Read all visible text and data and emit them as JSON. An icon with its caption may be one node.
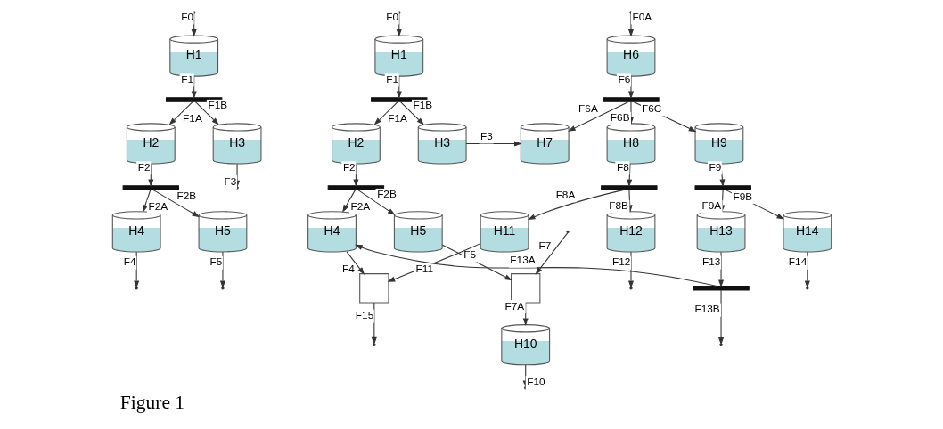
{
  "diagram": {
    "caption": "Figure 1",
    "nodes": [
      {
        "text": [
          "H1"
        ]
      },
      {
        "text": [],
        "shape": "bar"
      },
      {
        "text": [
          "H2"
        ]
      },
      {
        "text": [
          "H3"
        ]
      },
      {
        "text": [],
        "shape": "bar"
      },
      {
        "text": [
          "H4"
        ]
      },
      {
        "text": [
          "H5"
        ]
      },
      {
        "text": [
          "H1"
        ]
      },
      {
        "text": [],
        "shape": "bar"
      },
      {
        "text": [
          "H2"
        ]
      },
      {
        "text": [
          "H3"
        ]
      },
      {
        "text": [],
        "shape": "bar"
      },
      {
        "text": [
          "H4"
        ]
      },
      {
        "text": [
          "H5"
        ]
      },
      {
        "text": [
          "H6"
        ]
      },
      {
        "text": [],
        "shape": "bar"
      },
      {
        "text": [
          "H7"
        ]
      },
      {
        "text": [
          "H8"
        ]
      },
      {
        "text": [
          "H9"
        ]
      },
      {
        "text": [],
        "shape": "box"
      },
      {
        "text": [
          "H10"
        ]
      },
      {
        "text": [],
        "shape": "bar"
      },
      {
        "text": [
          "H11"
        ]
      },
      {
        "text": [
          "H12"
        ]
      },
      {
        "text": [],
        "shape": "bar"
      },
      {
        "text": [
          "H13"
        ]
      },
      {
        "text": [
          "H14"
        ]
      },
      {
        "text": [],
        "shape": "box"
      },
      {
        "text": [],
        "shape": "bar"
      }
    ],
    "edges": [
      {
        "from": null,
        "to": 0,
        "arrow": "to",
        "label": "F0"
      },
      {
        "from": 0,
        "to": 1,
        "arrow": "to",
        "label": "F1"
      },
      {
        "from": 1,
        "to": 2,
        "arrow": "to",
        "label": "F1A"
      },
      {
        "from": 1,
        "to": 3,
        "arrow": "to",
        "label": "F1B"
      },
      {
        "from": 3,
        "to": null,
        "arrow": "to",
        "label": "F3"
      },
      {
        "from": 2,
        "to": 4,
        "arrow": "to",
        "label": "F2"
      },
      {
        "from": 4,
        "to": 5,
        "arrow": "to",
        "label": "F2A"
      },
      {
        "from": 4,
        "to": 6,
        "arrow": "to",
        "label": "F2B"
      },
      {
        "from": 5,
        "to": null,
        "arrow": "to",
        "label": "F4"
      },
      {
        "from": 6,
        "to": null,
        "arrow": "to",
        "label": "F5"
      },
      {
        "from": null,
        "to": 7,
        "arrow": "to",
        "label": "F0"
      },
      {
        "from": 7,
        "to": 8,
        "arrow": "to",
        "label": "F1"
      },
      {
        "from": 8,
        "to": 9,
        "arrow": "to",
        "label": "F1A"
      },
      {
        "from": 8,
        "to": 10,
        "arrow": "to",
        "label": "F1B"
      },
      {
        "from": 10,
        "to": 16,
        "arrow": "to",
        "label": "F3"
      },
      {
        "from": 9,
        "to": 11,
        "arrow": "to",
        "label": "F2"
      },
      {
        "from": 11,
        "to": 12,
        "arrow": "to",
        "label": "F2A"
      },
      {
        "from": 11,
        "to": 13,
        "arrow": "to",
        "label": "F2B"
      },
      {
        "from": 13,
        "to": 27,
        "arrow": "to",
        "label": "F5"
      },
      {
        "from": null,
        "to": 27,
        "arrow": "to",
        "label": "F7"
      },
      {
        "from": 27,
        "to": 20,
        "arrow": "to",
        "label": "F7A"
      },
      {
        "from": 20,
        "to": null,
        "arrow": "to",
        "label": "F10"
      },
      {
        "from": 12,
        "to": 19,
        "arrow": "to",
        "label": "F4"
      },
      {
        "from": null,
        "to": 14,
        "arrow": "to",
        "label": "F0A"
      },
      {
        "from": 14,
        "to": 15,
        "arrow": "to",
        "label": "F6"
      },
      {
        "from": 15,
        "to": 16,
        "arrow": "to",
        "label": "F6A"
      },
      {
        "from": 15,
        "to": 17,
        "arrow": "to",
        "label": "F6B"
      },
      {
        "from": 15,
        "to": 18,
        "arrow": "to",
        "label": "F6C"
      },
      {
        "from": 17,
        "to": 21,
        "arrow": "to",
        "label": "F8"
      },
      {
        "from": 21,
        "to": 22,
        "arrow": "to",
        "label": "F8A"
      },
      {
        "from": 21,
        "to": 23,
        "arrow": "to",
        "label": "F8B"
      },
      {
        "from": 23,
        "to": null,
        "arrow": "to",
        "label": "F12"
      },
      {
        "from": 18,
        "to": 24,
        "arrow": "to",
        "label": "F9"
      },
      {
        "from": 24,
        "to": 25,
        "arrow": "to",
        "label": "F9A"
      },
      {
        "from": 24,
        "to": 26,
        "arrow": "to",
        "label": "F9B"
      },
      {
        "from": 25,
        "to": 28,
        "arrow": "to",
        "label": "F13"
      },
      {
        "from": 26,
        "to": null,
        "arrow": "to",
        "label": "F14"
      },
      {
        "from": 22,
        "to": 19,
        "arrow": "to",
        "label": "F11"
      },
      {
        "from": 19,
        "to": null,
        "arrow": "to",
        "label": "F15"
      },
      {
        "from": 28,
        "to": 12,
        "arrow": "to",
        "label": "F13A"
      },
      {
        "from": 28,
        "to": null,
        "arrow": "to",
        "label": "F13B"
      }
    ]
  }
}
